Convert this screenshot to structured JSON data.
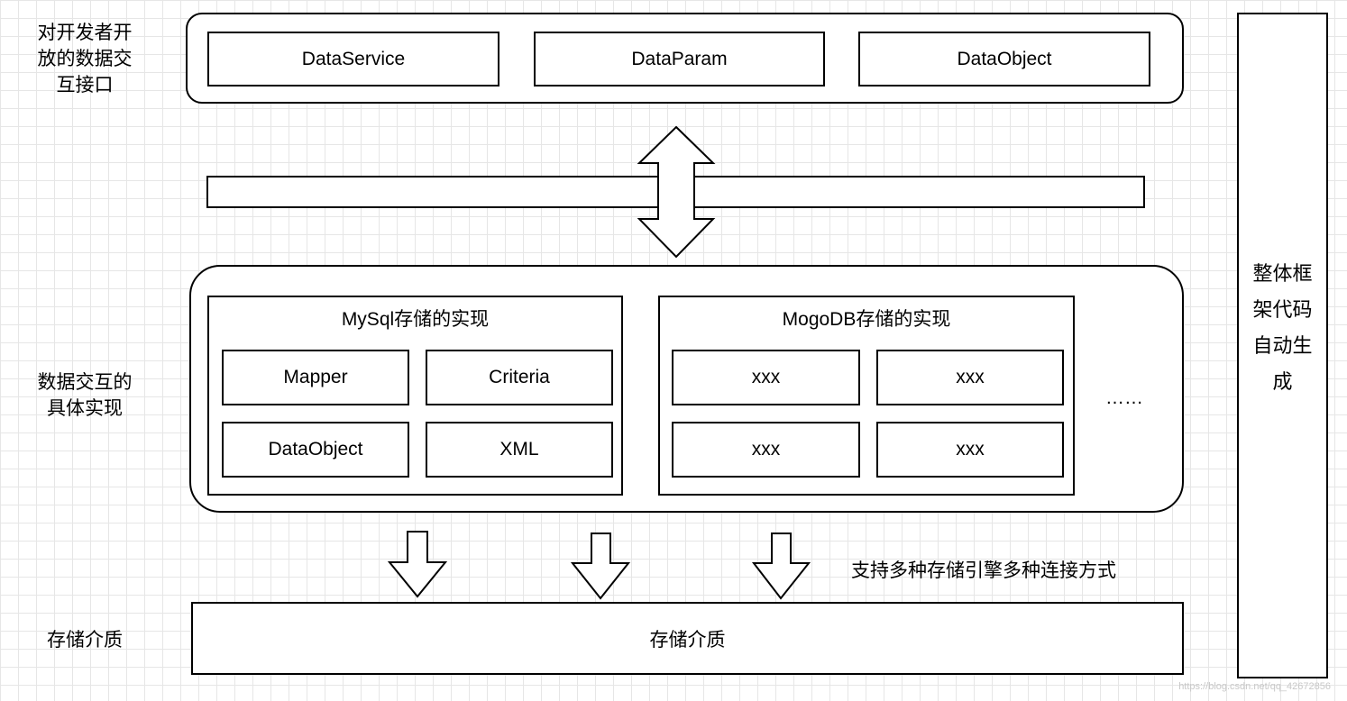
{
  "side_labels": {
    "interface": "对开发者开\n放的数据交\n互接口",
    "implementation": "数据交互的\n具体实现",
    "storage": "存储介质"
  },
  "interface_layer": {
    "items": [
      "DataService",
      "DataParam",
      "DataObject"
    ]
  },
  "implementation_layer": {
    "mysql": {
      "title": "MySql存储的实现",
      "items": [
        "Mapper",
        "Criteria",
        "DataObject",
        "XML"
      ]
    },
    "mongodb": {
      "title": "MogoDB存储的实现",
      "items": [
        "xxx",
        "xxx",
        "xxx",
        "xxx"
      ]
    },
    "ellipsis": "……"
  },
  "connection_note": "支持多种存储引擎多种连接方式",
  "storage_layer": {
    "label": "存储介质"
  },
  "framework_note": "整体框\n架代码\n自动生\n成",
  "watermark": "https://blog.csdn.net/qq_42672856"
}
